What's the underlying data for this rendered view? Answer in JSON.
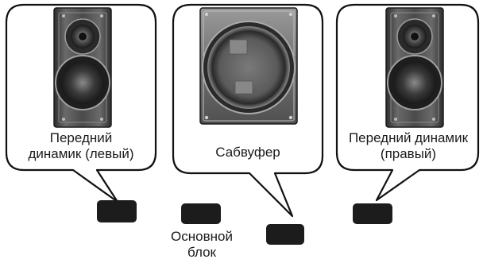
{
  "speakers": {
    "front_left": {
      "label_line1": "Передний",
      "label_line2": "динамик (левый)",
      "icon": "bookshelf-speaker-icon"
    },
    "subwoofer": {
      "label": "Сабвуфер",
      "icon": "subwoofer-icon"
    },
    "front_right": {
      "label_line1": "Передний динамик",
      "label_line2": "(правый)",
      "icon": "bookshelf-speaker-icon"
    }
  },
  "main_unit": {
    "label_line1": "Основной",
    "label_line2": "блок"
  },
  "colors": {
    "outline": "#111111",
    "block": "#1c1c1c",
    "speaker_dark": "#2a2a2a",
    "speaker_mid": "#6e6e6e",
    "speaker_light": "#bdbdbd"
  }
}
